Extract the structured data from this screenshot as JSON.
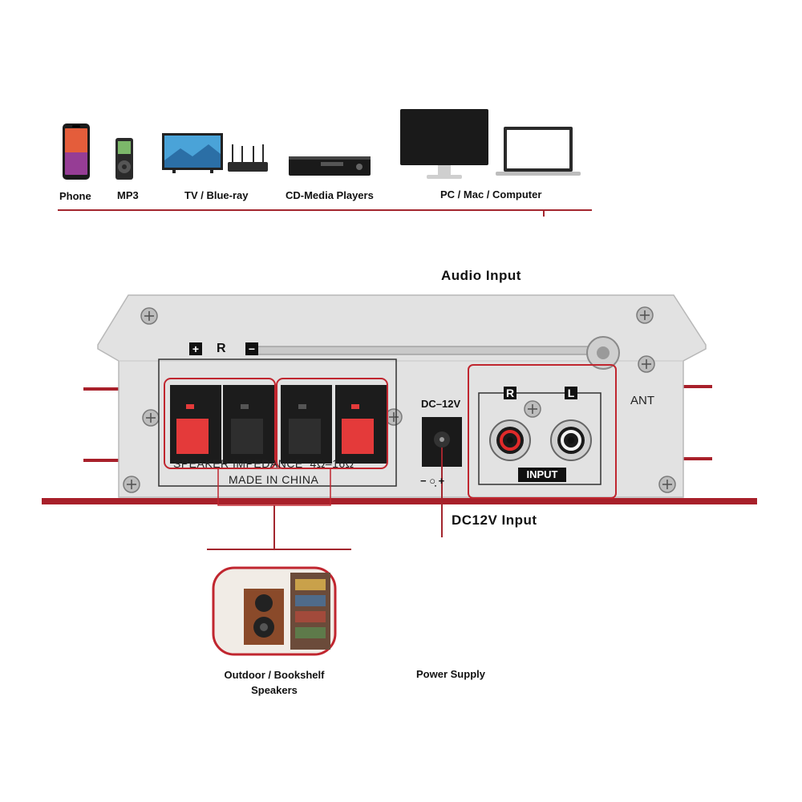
{
  "devices": {
    "phone": "Phone",
    "mp3": "MP3",
    "tv": "TV / Blue-ray",
    "cd": "CD-Media Players",
    "pc": "PC / Mac / Computer"
  },
  "callouts": {
    "audio_input": "Audio Input",
    "dc_input": "DC12V Input"
  },
  "panel": {
    "speaker_polarity_plus": "+",
    "speaker_channel": "R",
    "speaker_polarity_minus": "−",
    "impedance": "SPEAKER IMPEDANCE  4Ω–16Ω",
    "made_in": "MADE IN CHINA",
    "dc_label": "DC–12V",
    "dc_polarity": "− ○̣ +",
    "rca_r": "R",
    "rca_l": "L",
    "input": "INPUT",
    "ant": "ANT"
  },
  "outputs": {
    "speakers_line1": "Outdoor / Bookshelf",
    "speakers_line2": "Speakers",
    "power": "Power Supply"
  },
  "colors": {
    "accent_red": "#b3202a",
    "callout_line": "#a3262e",
    "panel_silver": "#dcdcdc"
  }
}
